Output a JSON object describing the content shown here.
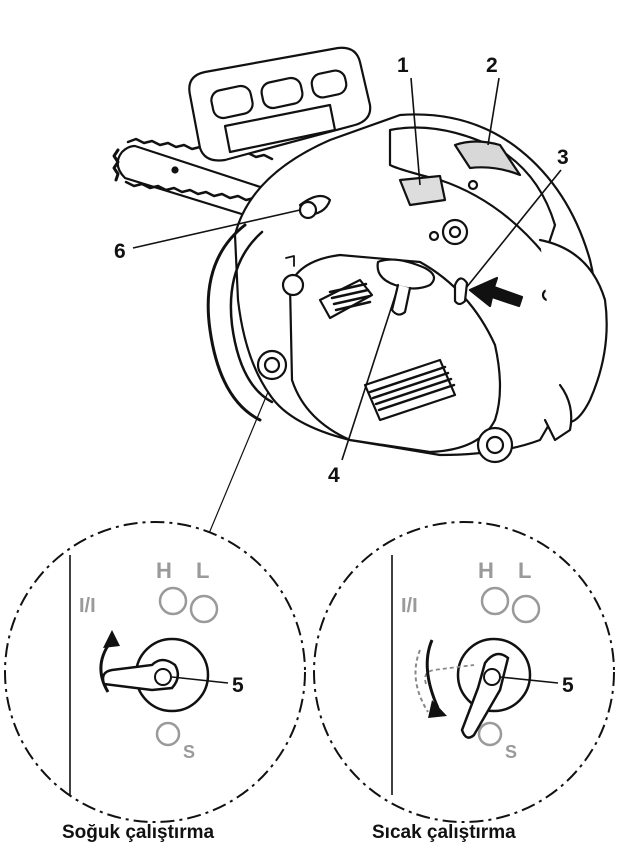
{
  "callouts": {
    "c1": "1",
    "c2": "2",
    "c3": "3",
    "c4": "4",
    "c5_left": "5",
    "c5_right": "5",
    "c6": "6"
  },
  "switch_marks": {
    "left": {
      "start": "I/I",
      "h": "H",
      "l": "L",
      "s": "S"
    },
    "right": {
      "start": "I/I",
      "h": "H",
      "l": "L",
      "s": "S"
    }
  },
  "captions": {
    "cold_start": "Soğuk çalıştırma",
    "warm_start": "Sıcak çalıştırma"
  }
}
